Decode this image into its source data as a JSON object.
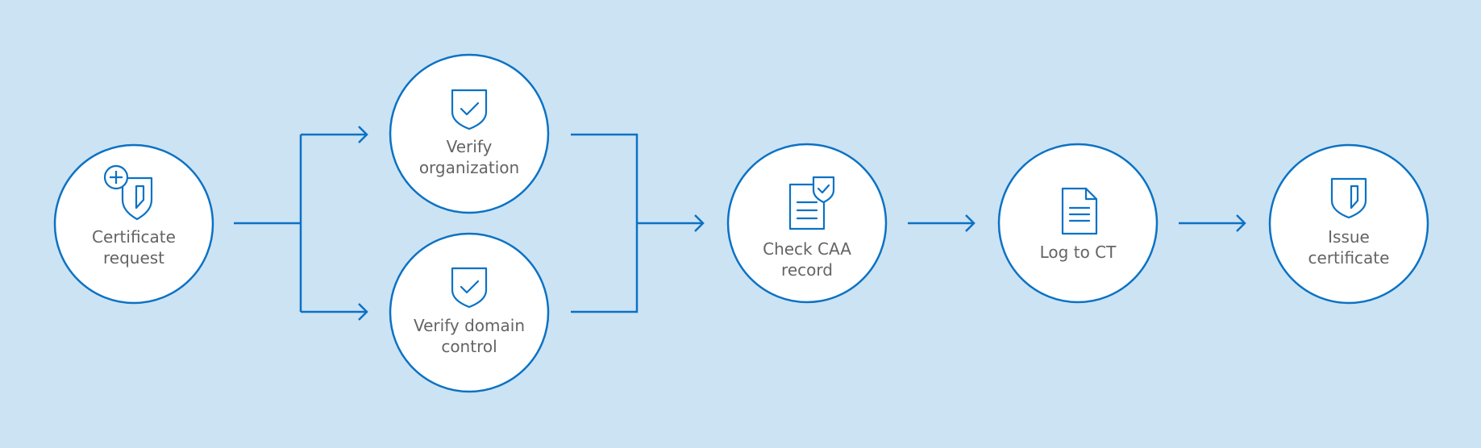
{
  "diagram": {
    "title": "Certificate issuance flow",
    "colors": {
      "background": "#cce3f4",
      "stroke": "#0b72c4",
      "node_fill": "#ffffff",
      "text": "#646464"
    },
    "nodes": [
      {
        "id": "request",
        "icon": "shield-plus-icon",
        "line1": "Certificate",
        "line2": "request"
      },
      {
        "id": "verify-org",
        "icon": "shield-check-icon",
        "line1": "Verify",
        "line2": "organization"
      },
      {
        "id": "verify-domain",
        "icon": "shield-check-icon",
        "line1": "Verify domain",
        "line2": "control"
      },
      {
        "id": "caa",
        "icon": "document-shield-icon",
        "line1": "Check CAA",
        "line2": "record"
      },
      {
        "id": "ct",
        "icon": "document-icon",
        "line1": "Log to CT",
        "line2": ""
      },
      {
        "id": "issue",
        "icon": "shield-icon",
        "line1": "Issue",
        "line2": "certificate"
      }
    ],
    "edges": [
      {
        "from": "request",
        "to": "verify-org"
      },
      {
        "from": "request",
        "to": "verify-domain"
      },
      {
        "from": "verify-org",
        "to": "caa"
      },
      {
        "from": "verify-domain",
        "to": "caa"
      },
      {
        "from": "caa",
        "to": "ct"
      },
      {
        "from": "ct",
        "to": "issue"
      }
    ]
  }
}
